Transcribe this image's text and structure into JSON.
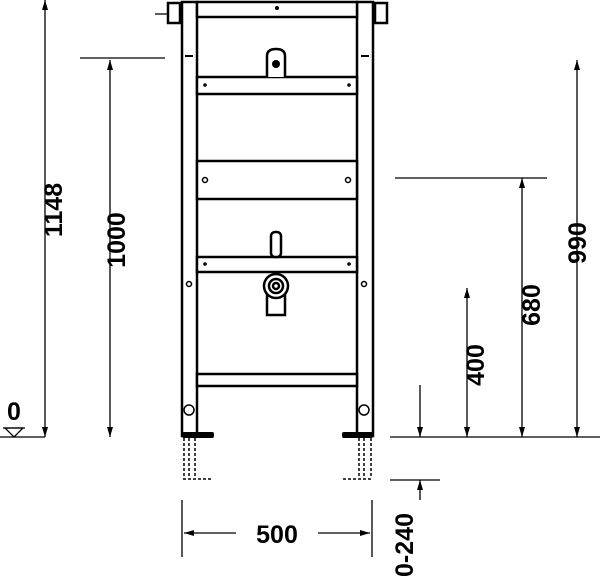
{
  "dimensions": {
    "total_height": "1148",
    "frame_height": "1000",
    "zero_level": "0",
    "flush_height": "990",
    "supply_height": "680",
    "drain_height": "400",
    "width": "500",
    "leg_adjust": "0-240"
  },
  "colors": {
    "line": "#000000",
    "background": "#ffffff"
  }
}
